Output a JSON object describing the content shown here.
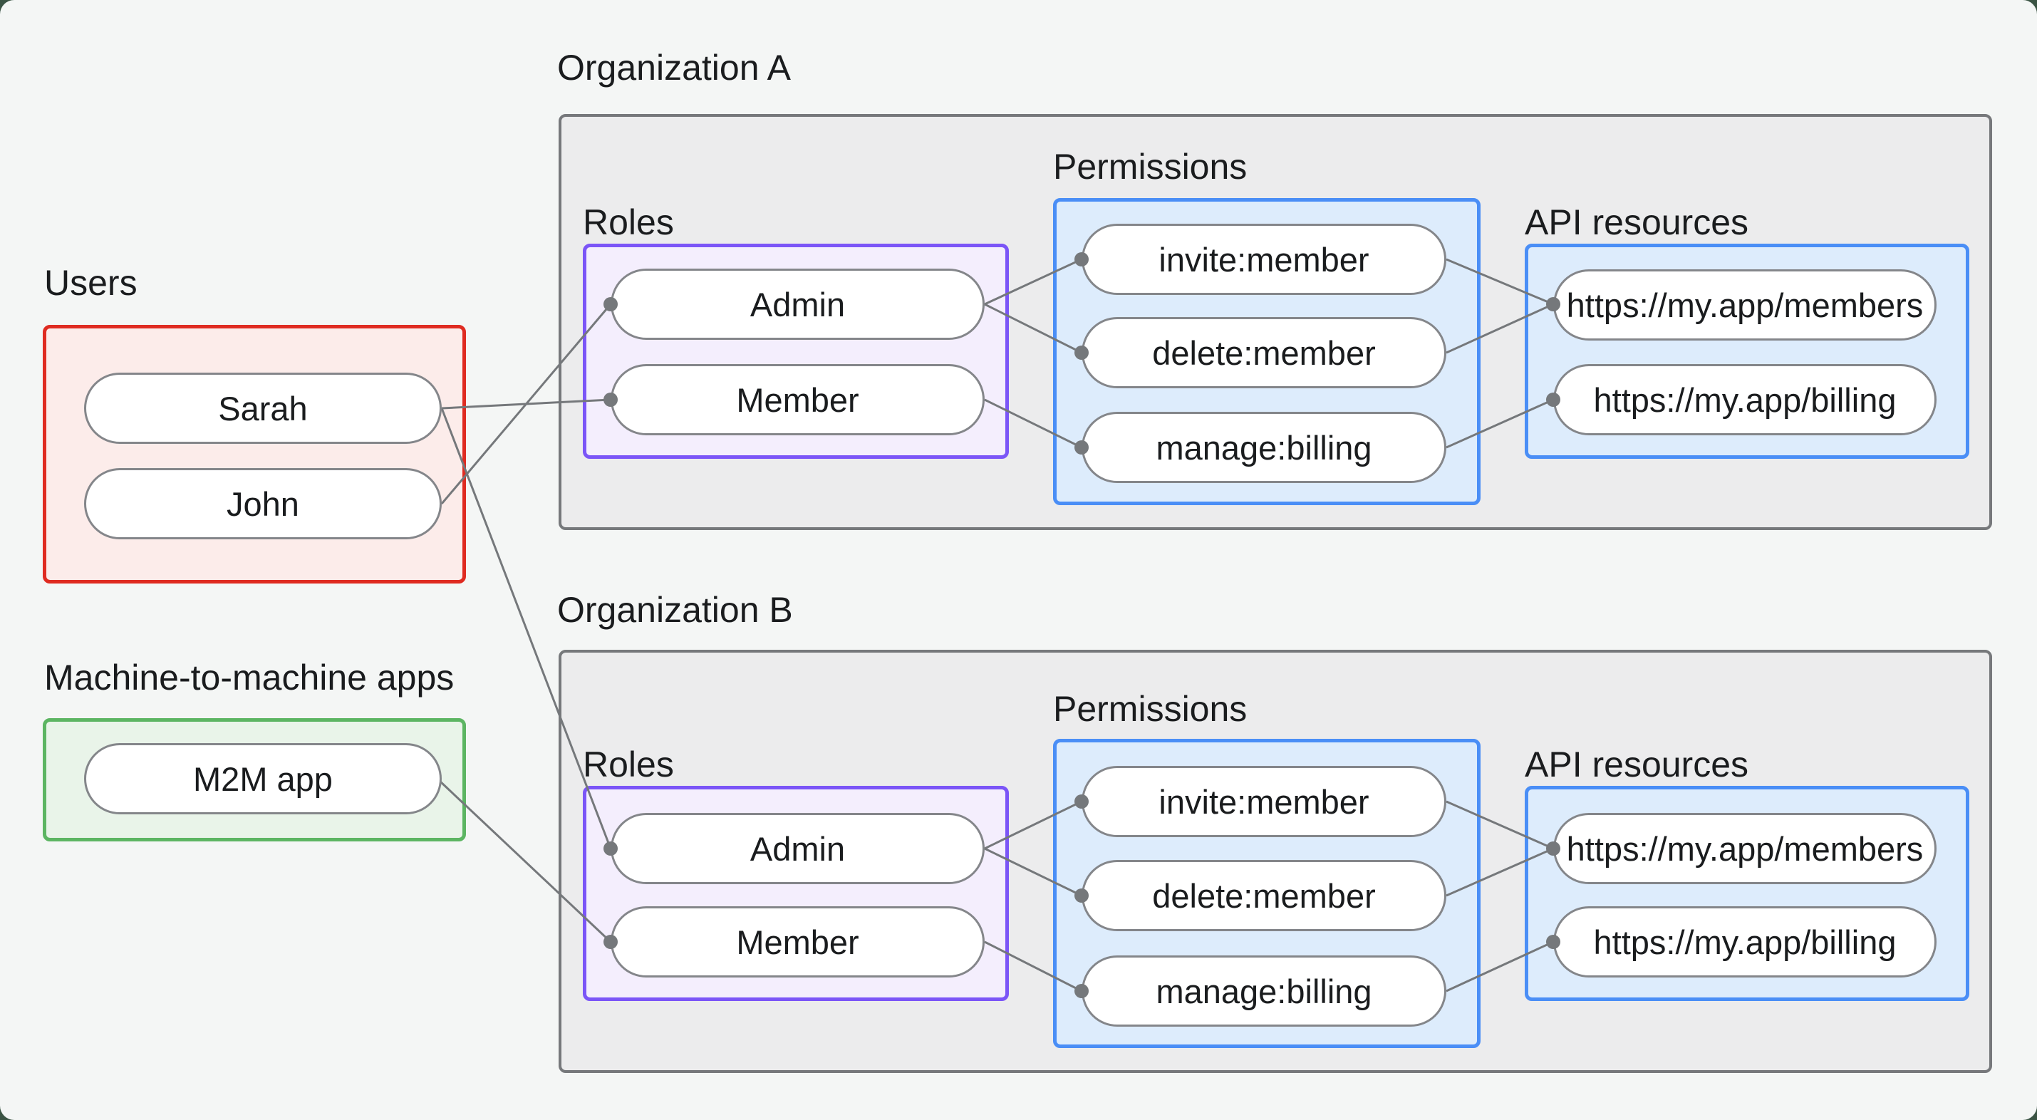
{
  "page": {
    "background_color": "#f4f6f5",
    "outer_background_color": "#3b5444"
  },
  "colors": {
    "text": "#1a1c1e",
    "connector_line": "#75787b",
    "pill_border": "#84868a",
    "org_box_fill": "#ececed",
    "org_box_border": "#76787b",
    "users_box_fill": "#fcecea",
    "users_box_border": "#df2b21",
    "m2m_box_fill": "#e9f4e9",
    "m2m_box_border": "#5cb562",
    "roles_box_fill": "#f4eefd",
    "roles_box_border": "#7b55f7",
    "blue_box_fill": "#ddecfc",
    "blue_box_border": "#4a8ef6"
  },
  "users": {
    "label": "Users",
    "items": [
      "Sarah",
      "John"
    ]
  },
  "m2m": {
    "label": "Machine-to-machine apps",
    "items": [
      "M2M app"
    ]
  },
  "orgA": {
    "title": "Organization A",
    "roles_label": "Roles",
    "permissions_label": "Permissions",
    "api_label": "API resources",
    "roles": [
      "Admin",
      "Member"
    ],
    "permissions": [
      "invite:member",
      "delete:member",
      "manage:billing"
    ],
    "api_resources": [
      "https://my.app/members",
      "https://my.app/billing"
    ]
  },
  "orgB": {
    "title": "Organization B",
    "roles_label": "Roles",
    "permissions_label": "Permissions",
    "api_label": "API resources",
    "roles": [
      "Admin",
      "Member"
    ],
    "permissions": [
      "invite:member",
      "delete:member",
      "manage:billing"
    ],
    "api_resources": [
      "https://my.app/members",
      "https://my.app/billing"
    ]
  },
  "connections": [
    {
      "from": "Sarah",
      "to": "Organization A / Member"
    },
    {
      "from": "John",
      "to": "Organization A / Admin"
    },
    {
      "from": "Sarah",
      "to": "Organization B / Admin"
    },
    {
      "from": "M2M app",
      "to": "Organization B / Member"
    },
    {
      "from": "Organization A / Admin",
      "to": "Organization A / invite:member"
    },
    {
      "from": "Organization A / Admin",
      "to": "Organization A / delete:member"
    },
    {
      "from": "Organization A / Member",
      "to": "Organization A / manage:billing"
    },
    {
      "from": "Organization A / invite:member",
      "to": "Organization A / https://my.app/members"
    },
    {
      "from": "Organization A / delete:member",
      "to": "Organization A / https://my.app/members"
    },
    {
      "from": "Organization A / manage:billing",
      "to": "Organization A / https://my.app/billing"
    },
    {
      "from": "Organization B / Admin",
      "to": "Organization B / invite:member"
    },
    {
      "from": "Organization B / Admin",
      "to": "Organization B / delete:member"
    },
    {
      "from": "Organization B / Member",
      "to": "Organization B / manage:billing"
    },
    {
      "from": "Organization B / invite:member",
      "to": "Organization B / https://my.app/members"
    },
    {
      "from": "Organization B / delete:member",
      "to": "Organization B / https://my.app/members"
    },
    {
      "from": "Organization B / manage:billing",
      "to": "Organization B / https://my.app/billing"
    }
  ]
}
